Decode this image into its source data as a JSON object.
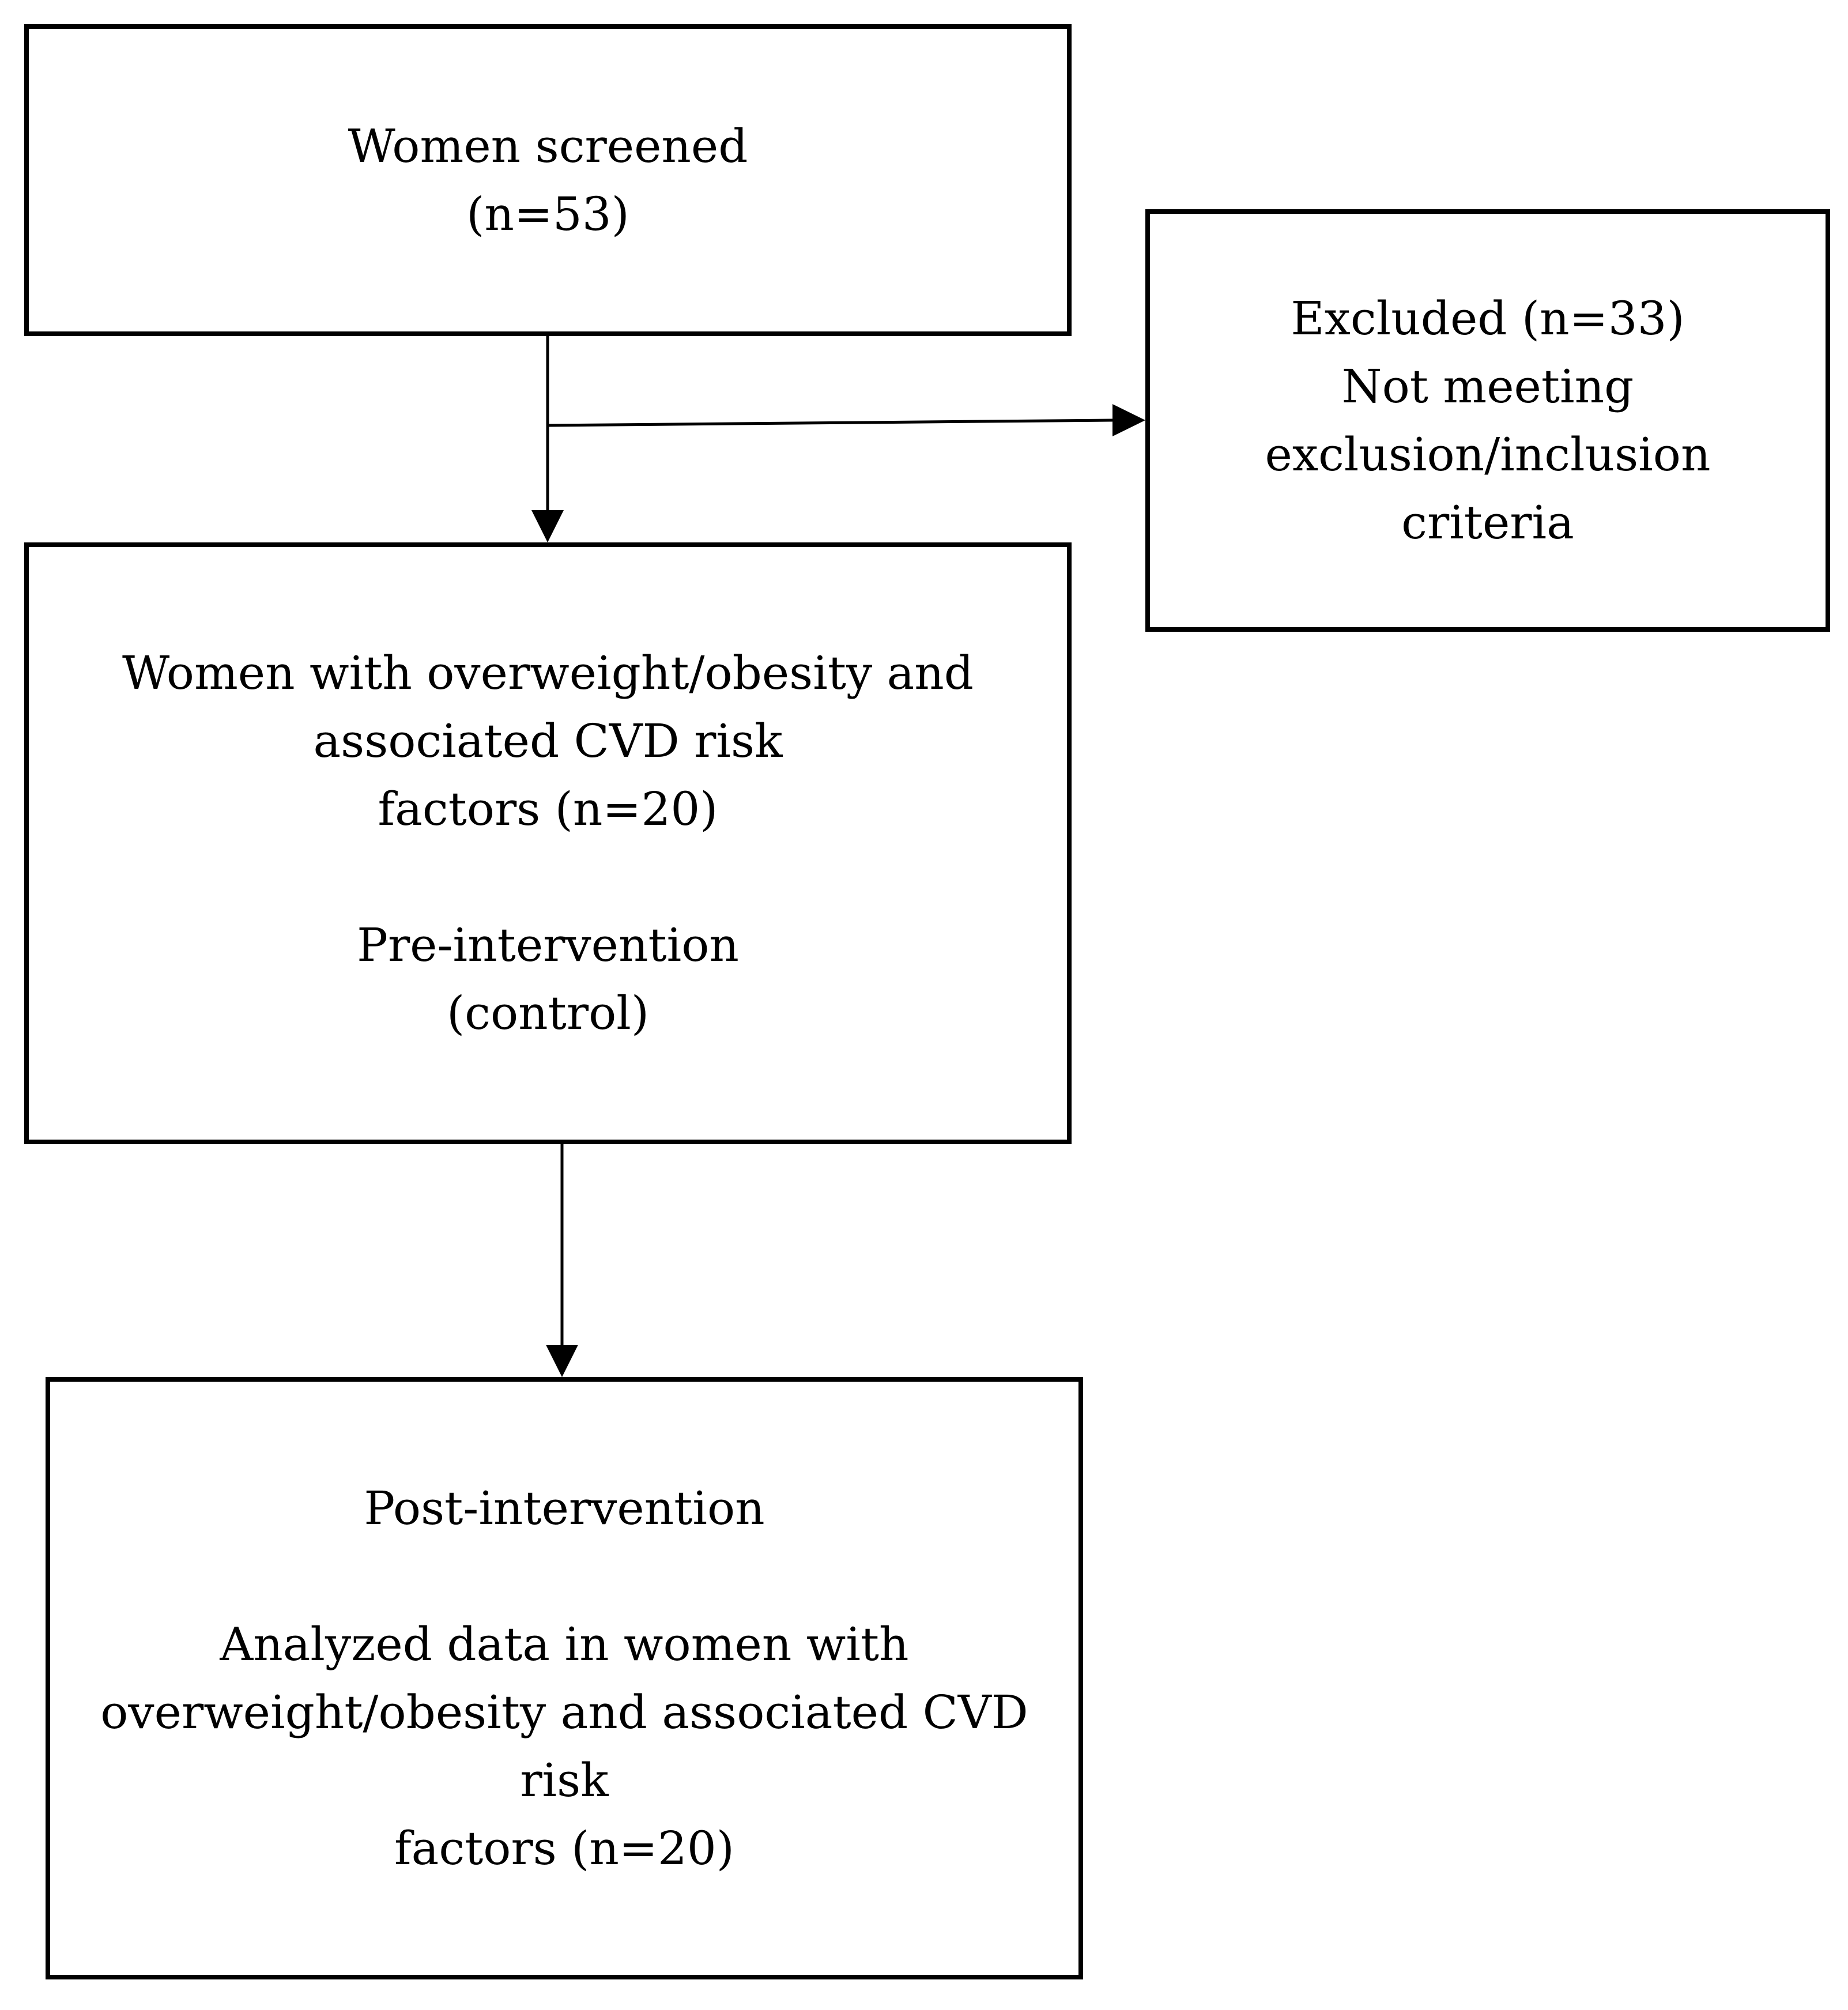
{
  "diagram": {
    "nodes": [
      {
        "id": "screened",
        "lines": [
          "Women screened",
          "(n=53)"
        ]
      },
      {
        "id": "excluded",
        "lines": [
          "Excluded (n=33)",
          "Not meeting",
          "exclusion/inclusion",
          "criteria"
        ]
      },
      {
        "id": "pre",
        "lines": [
          "Women with overweight/obesity and",
          "associated CVD risk",
          "factors (n=20)",
          "",
          "Pre-intervention",
          "(control)"
        ]
      },
      {
        "id": "post",
        "lines": [
          "Post-intervention",
          "",
          "Analyzed data in women with",
          "overweight/obesity and associated CVD",
          "risk",
          "factors (n=20)"
        ]
      }
    ],
    "edges": [
      {
        "from": "screened",
        "to": "pre"
      },
      {
        "from": "screened",
        "to": "excluded"
      },
      {
        "from": "pre",
        "to": "post"
      }
    ]
  }
}
